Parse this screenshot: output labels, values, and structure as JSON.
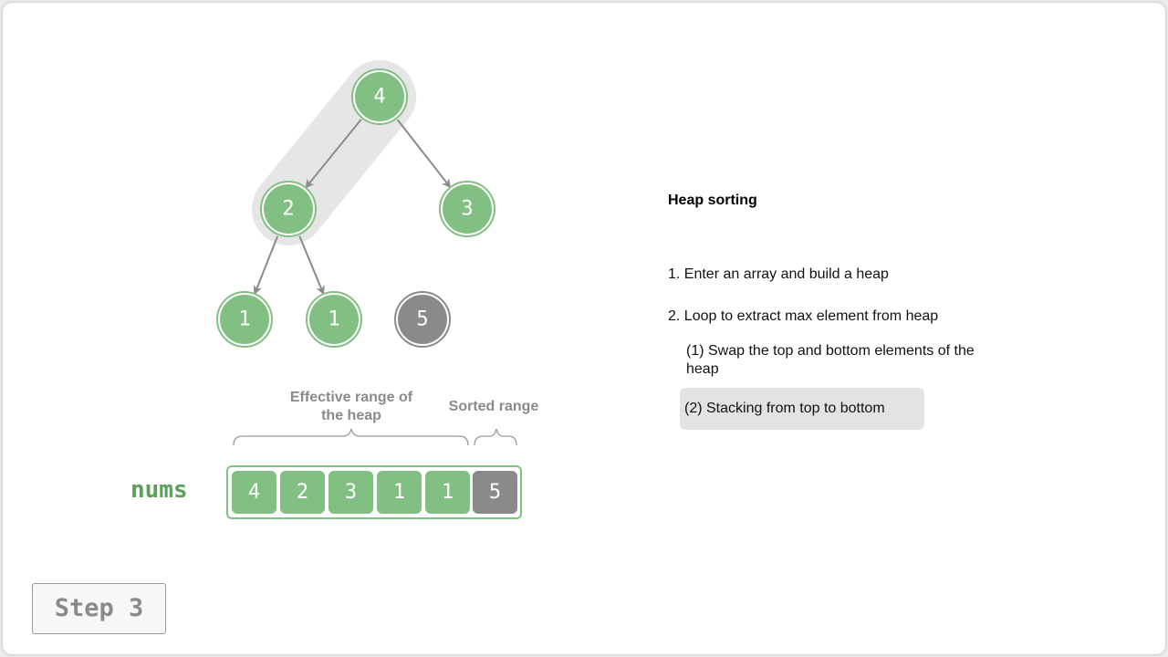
{
  "colors": {
    "heap_node": "#82bf82",
    "sorted_node": "#8a8a8a",
    "edge": "#8a8a8a",
    "highlight": "#e6e6e6",
    "nums_label": "#5aa05a"
  },
  "tree": {
    "nodes": [
      {
        "id": "n0",
        "value": "4",
        "state": "heap"
      },
      {
        "id": "n1",
        "value": "2",
        "state": "heap"
      },
      {
        "id": "n2",
        "value": "3",
        "state": "heap"
      },
      {
        "id": "n3",
        "value": "1",
        "state": "heap"
      },
      {
        "id": "n4",
        "value": "1",
        "state": "heap"
      },
      {
        "id": "n5",
        "value": "5",
        "state": "sorted"
      }
    ],
    "edges": [
      {
        "from": "n0",
        "to": "n1"
      },
      {
        "from": "n0",
        "to": "n2"
      },
      {
        "from": "n1",
        "to": "n3"
      },
      {
        "from": "n1",
        "to": "n4"
      }
    ],
    "highlighted_path": [
      "n0",
      "n1"
    ]
  },
  "ranges": {
    "effective_label": "Effective range of the heap",
    "sorted_label": "Sorted range"
  },
  "array": {
    "label": "nums",
    "values": [
      "4",
      "2",
      "3",
      "1",
      "1",
      "5"
    ],
    "states": [
      "heap",
      "heap",
      "heap",
      "heap",
      "heap",
      "sorted"
    ]
  },
  "panel": {
    "title": "Heap sorting",
    "step1": "1. Enter an array and build a heap",
    "step2": "2. Loop to extract max element from heap",
    "sub1": "(1) Swap the top and bottom elements of the heap",
    "sub2": "(2) Stacking from top to bottom",
    "highlighted_item": "sub2"
  },
  "step_label": "Step 3"
}
